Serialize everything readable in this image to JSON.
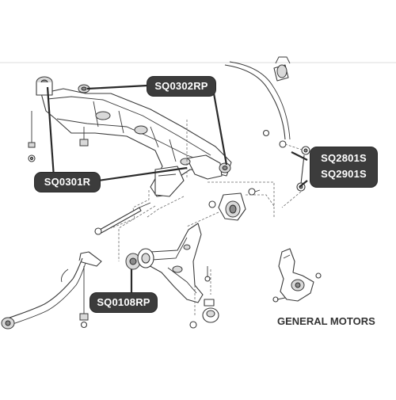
{
  "labels": {
    "front_bushing": "SQ0302RP",
    "rear_bushing": "SQ0301R",
    "stabilizer_link_1": "SQ2801S",
    "stabilizer_link_2": "SQ2901S",
    "control_arm_bushing": "SQ0108RP"
  },
  "brand": "GENERAL MOTORS",
  "colors": {
    "label_bg": "#3c3c3c",
    "label_text": "#ffffff",
    "line_art": "#3a3a3a",
    "background": "#ffffff"
  }
}
